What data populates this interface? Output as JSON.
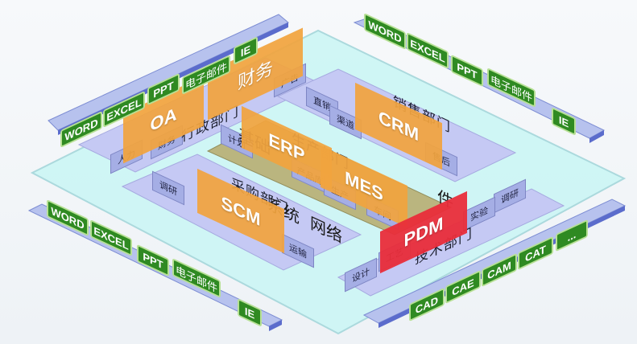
{
  "infrastructure": {
    "line1": "基础",
    "line2": "系统",
    "line3": "网络",
    "line4": "件"
  },
  "departments": {
    "admin": {
      "label": "行政部门",
      "tiles": [
        "人力",
        "财务",
        "广告"
      ]
    },
    "sales": {
      "label": "销售部门",
      "tiles": [
        "直销",
        "渠道",
        "售后"
      ]
    },
    "production": {
      "label": "生产部门",
      "tiles": [
        "计划",
        "产品库",
        "生产",
        "车间"
      ]
    },
    "purchase": {
      "label": "采购部门",
      "tiles": [
        "调研",
        "运输"
      ]
    },
    "tech": {
      "label": "技术部门",
      "tiles": [
        "调研",
        "实验",
        "工艺",
        "设计"
      ]
    }
  },
  "modules": {
    "oa": "OA",
    "finance": "财务",
    "crm": "CRM",
    "erp": "ERP",
    "mes": "MES",
    "scm": "SCM",
    "pdm": "PDM"
  },
  "toolbars": {
    "top_left": [
      "WORD",
      "EXCEL",
      "PPT",
      "电子邮件",
      "IE"
    ],
    "top_right": [
      "WORD",
      "EXCEL",
      "PPT",
      "电子邮件",
      "IE"
    ],
    "bottom_left": [
      "WORD",
      "EXCEL",
      "PPT",
      "电子邮件",
      "IE"
    ],
    "bottom_right": [
      "CAD",
      "CAE",
      "CAM",
      "CAT",
      "..."
    ]
  },
  "colors": {
    "module_band": "#f1a43e",
    "pdm_band": "#e92d3a",
    "chip": "#2f8a22",
    "big_plate": "#cef7f6",
    "dept_plate": "#c4c8f3"
  }
}
